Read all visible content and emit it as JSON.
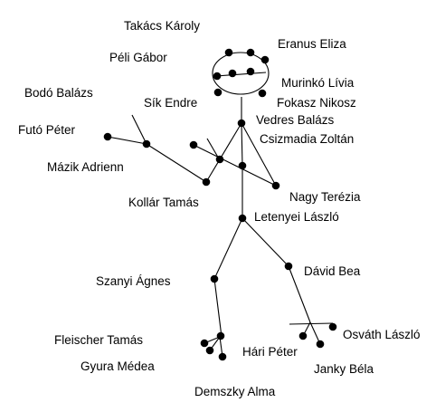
{
  "diagram": {
    "type": "network",
    "colors": {
      "node": "#000000",
      "edge": "#000000",
      "text": "#000000",
      "background": "#ffffff"
    },
    "labels": {
      "takacs": "Takács Károly",
      "peli": "Péli Gábor",
      "eranus": "Eranus Eliza",
      "murinko": "Murinkó Lívia",
      "bodo": "Bodó Balázs",
      "fokasz": "Fokasz Nikosz",
      "sik": "Sík Endre",
      "vedres": "Vedres Balázs",
      "futo": "Futó Péter",
      "csizmadia": "Csizmadia Zoltán",
      "mazik": "Mázik Adrienn",
      "nagy": "Nagy Terézia",
      "kollar": "Kollár Tamás",
      "letenyei": "Letenyei László",
      "david": "Dávid Bea",
      "szanyi": "Szanyi Ágnes",
      "osvath": "Osváth László",
      "fleischer": "Fleischer Tamás",
      "hari": "Hári Péter",
      "gyura": "Gyura Médea",
      "janky": "Janky Béla",
      "demszky": "Demszky Alma"
    }
  }
}
